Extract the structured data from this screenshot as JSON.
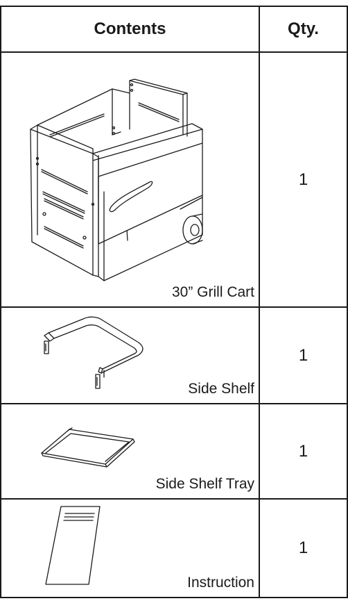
{
  "table": {
    "headers": {
      "contents": "Contents",
      "qty": "Qty."
    },
    "rows": [
      {
        "label": "30” Grill Cart",
        "qty": "1",
        "illustration": "grill-cart"
      },
      {
        "label": "Side Shelf",
        "qty": "1",
        "illustration": "side-shelf-frame"
      },
      {
        "label": "Side Shelf Tray",
        "qty": "1",
        "illustration": "side-shelf-tray"
      },
      {
        "label": "Instruction",
        "qty": "1",
        "illustration": "instruction-booklet"
      }
    ]
  },
  "colors": {
    "ink": "#1a1a1a",
    "paper": "#ffffff"
  }
}
